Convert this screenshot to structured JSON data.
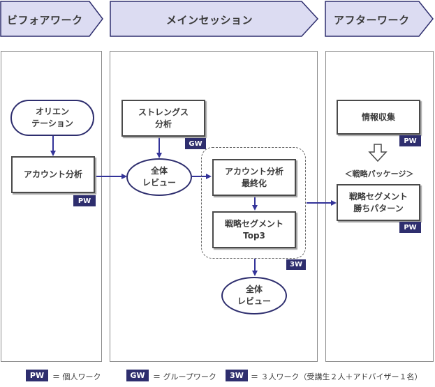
{
  "phases": [
    {
      "label": "ビフォアワーク"
    },
    {
      "label": "メインセッション"
    },
    {
      "label": "アフターワーク"
    }
  ],
  "nodes": {
    "orientation": {
      "line1": "オリエン",
      "line2": "テーション"
    },
    "account_analysis": {
      "line1": "アカウント分析",
      "tag": "PW"
    },
    "strength_analysis": {
      "line1": "ストレングス",
      "line2": "分析",
      "tag": "GW"
    },
    "review_1": {
      "line1": "全体",
      "line2": "レビュー"
    },
    "account_final": {
      "line1": "アカウント分析",
      "line2": "最終化"
    },
    "strategy_top3": {
      "line1": "戦略セグメント",
      "line2": "Top3"
    },
    "group_tag": "3W",
    "review_2": {
      "line1": "全体",
      "line2": "レビュー"
    },
    "info_collect": {
      "line1": "情報収集",
      "tag": "PW"
    },
    "package_caption": "＜戦略パッケージ＞",
    "win_pattern": {
      "line1": "戦略セグメント",
      "line2": "勝ちパターン",
      "tag": "PW"
    }
  },
  "legend": [
    {
      "tag": "PW",
      "text": "＝ 個人ワーク"
    },
    {
      "tag": "GW",
      "text": "＝ グループワーク"
    },
    {
      "tag": "3W",
      "text": "＝ ３人ワーク（受講生２人＋アドバイザー１名）"
    }
  ],
  "colors": {
    "phase_fill": "#dcdcf2",
    "accent": "#2e2e6e",
    "arrow": "#333399"
  }
}
